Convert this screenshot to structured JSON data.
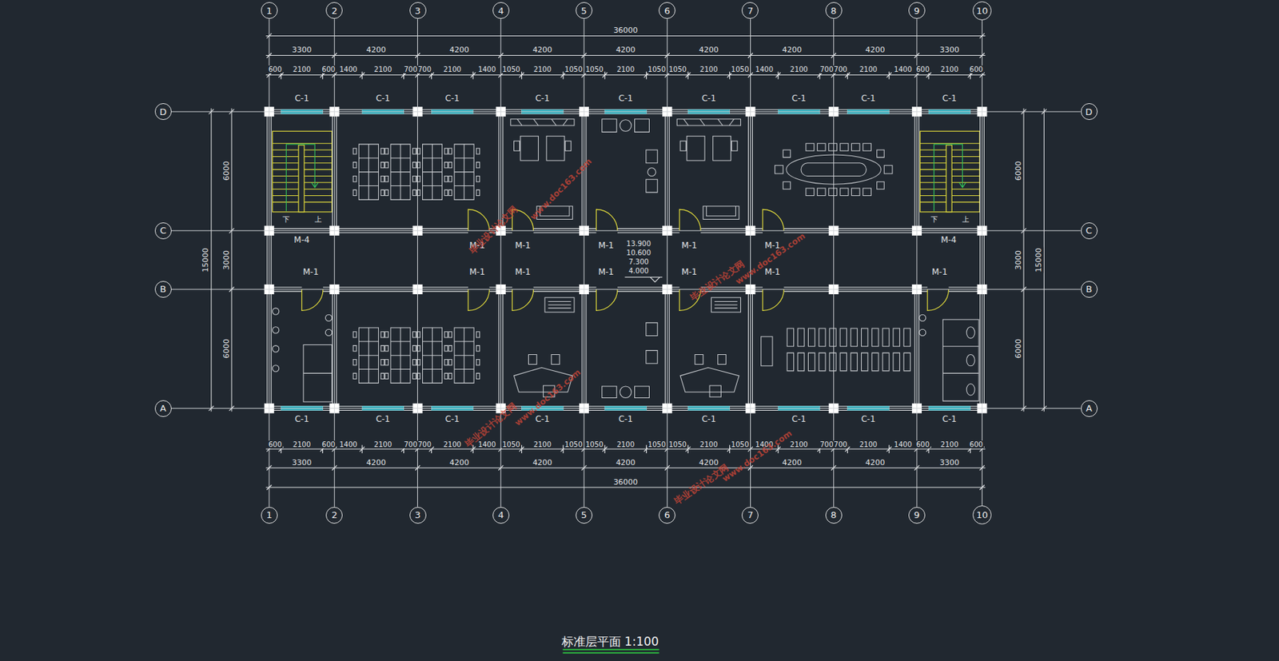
{
  "diagram": {
    "title": "标准层平面 1:100",
    "nodes": [
      {
        "text": [
          "1"
        ]
      },
      {
        "text": [
          "2"
        ]
      },
      {
        "text": [
          "3"
        ]
      },
      {
        "text": [
          "4"
        ]
      },
      {
        "text": [
          "5"
        ]
      },
      {
        "text": [
          "6"
        ]
      },
      {
        "text": [
          "7"
        ]
      },
      {
        "text": [
          "8"
        ]
      },
      {
        "text": [
          "9"
        ]
      },
      {
        "text": [
          "10"
        ]
      },
      {
        "text": [
          "D"
        ]
      },
      {
        "text": [
          "C"
        ]
      },
      {
        "text": [
          "B"
        ]
      },
      {
        "text": [
          "A"
        ]
      },
      {
        "text": [
          "D"
        ]
      },
      {
        "text": [
          "C"
        ]
      },
      {
        "text": [
          "B"
        ]
      },
      {
        "text": [
          "A"
        ]
      },
      {
        "text": [
          "1"
        ]
      },
      {
        "text": [
          "2"
        ]
      },
      {
        "text": [
          "3"
        ]
      },
      {
        "text": [
          "4"
        ]
      },
      {
        "text": [
          "5"
        ]
      },
      {
        "text": [
          "6"
        ]
      },
      {
        "text": [
          "7"
        ]
      },
      {
        "text": [
          "8"
        ]
      },
      {
        "text": [
          "9"
        ]
      },
      {
        "text": [
          "10"
        ]
      }
    ],
    "edges": [
      {
        "from": 0,
        "to": 18,
        "arrow": "none"
      },
      {
        "from": 1,
        "to": 19,
        "arrow": "none"
      },
      {
        "from": 2,
        "to": 20,
        "arrow": "none"
      },
      {
        "from": 3,
        "to": 21,
        "arrow": "none"
      },
      {
        "from": 4,
        "to": 22,
        "arrow": "none"
      },
      {
        "from": 5,
        "to": 23,
        "arrow": "none"
      },
      {
        "from": 6,
        "to": 24,
        "arrow": "none"
      },
      {
        "from": 7,
        "to": 25,
        "arrow": "none"
      },
      {
        "from": 8,
        "to": 26,
        "arrow": "none"
      },
      {
        "from": 9,
        "to": 27,
        "arrow": "none"
      },
      {
        "from": 10,
        "to": 14,
        "arrow": "none"
      },
      {
        "from": 11,
        "to": 15,
        "arrow": "none"
      },
      {
        "from": 12,
        "to": 16,
        "arrow": "none"
      },
      {
        "from": 13,
        "to": 17,
        "arrow": "none"
      }
    ],
    "labels": [
      "36000",
      "3300",
      "4200",
      "4200",
      "4200",
      "4200",
      "4200",
      "4200",
      "4200",
      "3300",
      "600",
      "2100",
      "600",
      "1400",
      "2100",
      "700",
      "700",
      "2100",
      "1400",
      "1050",
      "2100",
      "1050",
      "1050",
      "2100",
      "1050",
      "1050",
      "2100",
      "1050",
      "1400",
      "2100",
      "700",
      "700",
      "2100",
      "1400",
      "600",
      "2100",
      "600",
      "C-1",
      "C-1",
      "C-1",
      "C-1",
      "C-1",
      "C-1",
      "C-1",
      "C-1",
      "C-1",
      "M-4",
      "M-4",
      "M-1",
      "M-1",
      "M-1",
      "M-1",
      "M-1",
      "13.900",
      "10.600",
      "7.300",
      "4.000",
      "M-1",
      "M-1",
      "M-1",
      "M-1",
      "M-1",
      "M-1",
      "M-1",
      "下",
      "上",
      "下",
      "上",
      "C-1",
      "C-1",
      "C-1",
      "C-1",
      "C-1",
      "C-1",
      "C-1",
      "C-1",
      "C-1",
      "600",
      "2100",
      "600",
      "1400",
      "2100",
      "700",
      "700",
      "2100",
      "1400",
      "1050",
      "2100",
      "1050",
      "1050",
      "2100",
      "1050",
      "1050",
      "2100",
      "1050",
      "1400",
      "2100",
      "700",
      "700",
      "2100",
      "1400",
      "600",
      "2100",
      "600",
      "3300",
      "4200",
      "4200",
      "4200",
      "4200",
      "4200",
      "4200",
      "4200",
      "3300",
      "36000",
      "15000",
      "6000",
      "3000",
      "6000",
      "6000",
      "3000",
      "6000",
      "15000",
      "毕业设计论文网",
      "www.doc163.com",
      "毕业设计论文网",
      "www.doc163.com",
      "毕业设计论文网",
      "www.doc163.com",
      "毕业设计论文网",
      "www.doc163.com"
    ]
  }
}
